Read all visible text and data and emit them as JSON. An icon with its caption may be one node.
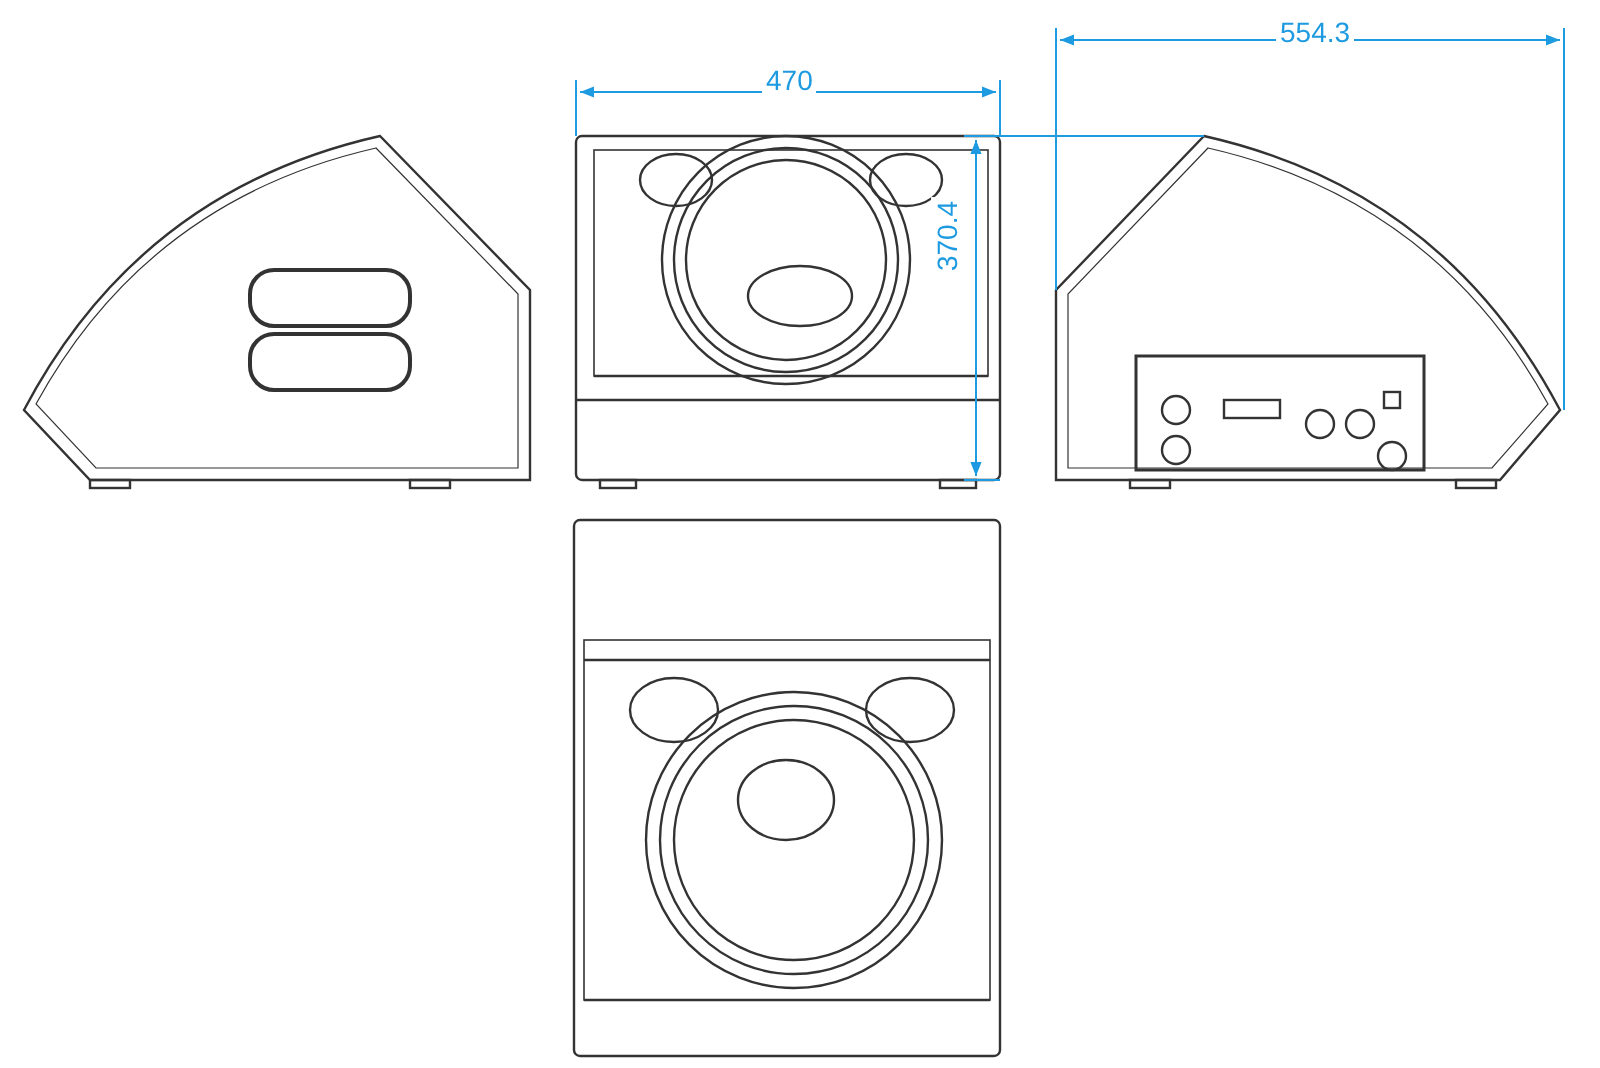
{
  "diagram": {
    "labels": [
      "554.3",
      "470",
      "370.4"
    ]
  }
}
